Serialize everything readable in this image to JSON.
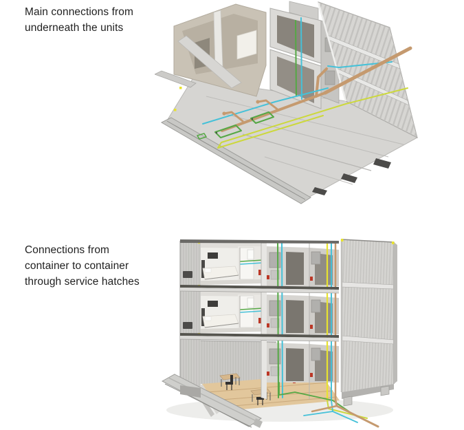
{
  "page": {
    "kind": "technical illustration page"
  },
  "captions": [
    {
      "id": "top",
      "text": "Main connections from\nunderneath the units"
    },
    {
      "id": "bottom",
      "text": "Connections from\ncontainer to container\nthrough service hatches"
    }
  ],
  "figures": [
    {
      "id": "underside-render",
      "alt": "Bottom-up 3D render of stacked container modules showing the main service connections routed underneath the units"
    },
    {
      "id": "cutaway-render",
      "alt": "Cutaway 3D render of a three-storey container building showing pipes running from container to container through service hatches"
    }
  ],
  "colors": {
    "page_background": "#ffffff",
    "text": "#1f1f1f",
    "pipe_copper": "#c59a6f",
    "pipe_cyan": "#45c1d8",
    "pipe_green": "#55a845",
    "pipe_yellow_green": "#ccd83c",
    "pipe_yellow": "#e8e32f",
    "extinguisher_red": "#bb3726",
    "vent_dark": "#4c4b49"
  }
}
